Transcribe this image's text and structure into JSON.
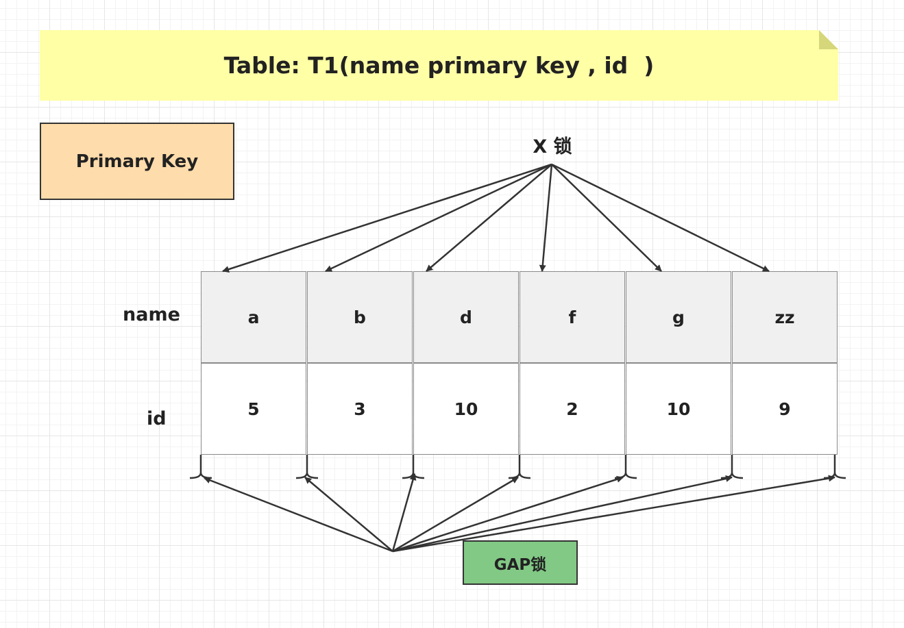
{
  "title": "Table: T1(name primary key , id  )",
  "primary_key_label": "Primary Key",
  "x_lock_label": "X 锁",
  "gap_lock_label": "GAP锁",
  "row_labels": {
    "name": "name",
    "id": "id"
  },
  "records": [
    {
      "name": "a",
      "id": "5"
    },
    {
      "name": "b",
      "id": "3"
    },
    {
      "name": "d",
      "id": "10"
    },
    {
      "name": "f",
      "id": "2"
    },
    {
      "name": "g",
      "id": "10"
    },
    {
      "name": "zz",
      "id": "9"
    }
  ],
  "colors": {
    "note": "#ffffa6",
    "primary_key_box": "#ffdcab",
    "gap_lock_box": "#82c985",
    "name_row": "#f0f0f0",
    "arrow": "#333333"
  }
}
